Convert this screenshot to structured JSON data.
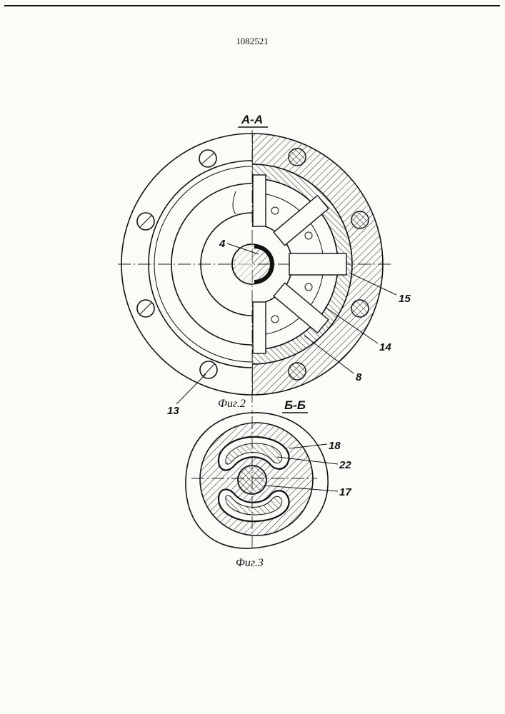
{
  "header": {
    "patent_number": "1082521"
  },
  "figure2": {
    "section_label": "А-А",
    "caption": "Фиг.2",
    "callouts": {
      "c4": "4",
      "c8": "8",
      "c13": "13",
      "c14": "14",
      "c15": "15"
    }
  },
  "figure3": {
    "section_label": "Б-Б",
    "caption": "Фиг.3",
    "callouts": {
      "c17": "17",
      "c18": "18",
      "c22": "22"
    }
  }
}
